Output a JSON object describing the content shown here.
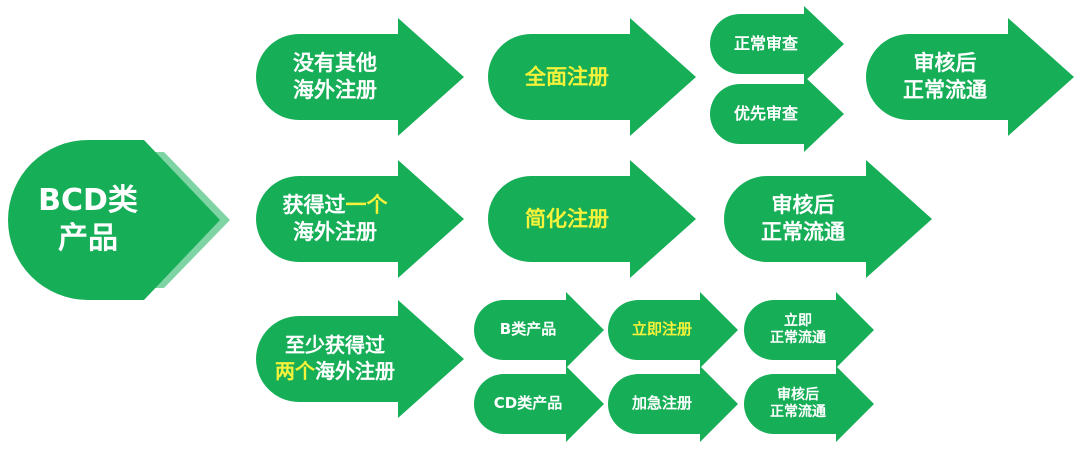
{
  "colors": {
    "fill": "#17ae58",
    "side": "#7ed4a2",
    "text": "#ffffff",
    "highlight": "#f4f23a"
  },
  "root": {
    "line1": "BCD类",
    "line2": "产品"
  },
  "row1": {
    "condition": {
      "line1": "没有其他",
      "line2": "海外注册"
    },
    "path": "全面注册",
    "branch_normal": "正常审查",
    "branch_priority": "优先审查",
    "result": {
      "line1": "审核后",
      "line2": "正常流通"
    }
  },
  "row2": {
    "condition": {
      "line1_a": "获得过",
      "line1_b": "一个",
      "line2": "海外注册"
    },
    "path": "简化注册",
    "result": {
      "line1": "审核后",
      "line2": "正常流通"
    }
  },
  "row3": {
    "condition": {
      "line1": "至少获得过",
      "line2_a": "两个",
      "line2_b": "海外注册"
    },
    "b_class": {
      "category": "B类产品",
      "path": "立即注册",
      "result": {
        "line1": "立即",
        "line2": "正常流通"
      }
    },
    "cd_class": {
      "category": "CD类产品",
      "path": "加急注册",
      "result": {
        "line1": "审核后",
        "line2": "正常流通"
      }
    }
  }
}
